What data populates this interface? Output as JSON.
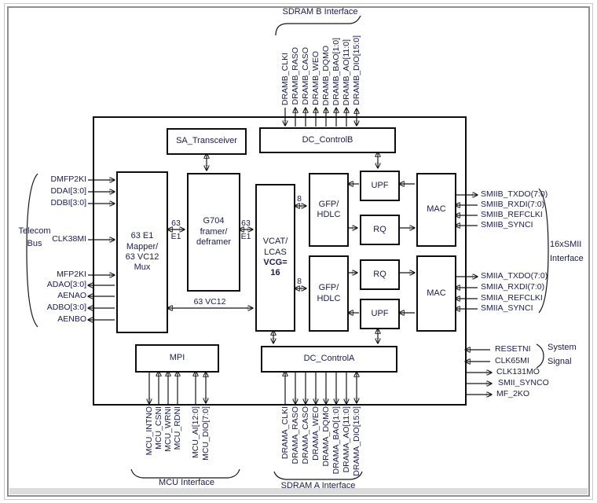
{
  "interfaces": {
    "sdram_b": {
      "title": "SDRAM B Interface",
      "signals": [
        "DRAMB_CLKI",
        "DRAMB_RASO",
        "DRAMB_CASO",
        "DRAMB_WEO",
        "DRAMB_DQMO",
        "DRAMB_BAO[1:0]",
        "DRAMB_AO[11:0]",
        "DRAMB_DIO[15:0]"
      ]
    },
    "sdram_a": {
      "title": "SDRAM A Interface",
      "signals": [
        "DRAMA_CLKI",
        "DRAMA_RASO",
        "DRAMA_CASO",
        "DRAMA_WEO",
        "DRAMA_DQMO",
        "DRAMA_BAO[1:0]",
        "DRAMA_AO[11:0]",
        "DRAMA_DIO[15:0]"
      ]
    },
    "mcu": {
      "title": "MCU Interface",
      "signals": [
        "MCU_INTNO",
        "MCU_CSNI",
        "MCU_WRNI",
        "MCU_RDNI",
        "MCU_AI[12:0]",
        "MCU_DIO[7:0]"
      ]
    },
    "telecom": {
      "title": [
        "Telecom",
        "Bus"
      ],
      "inputs": [
        "DMFP2KI",
        "DDAI[3:0]",
        "DDBI[3:0]",
        "CLK38MI",
        "MFP2KI"
      ],
      "outputs": [
        "ADAO[3:0]",
        "AENAO",
        "ADBO[3:0]",
        "AENBO"
      ]
    },
    "smii": {
      "title": [
        "16xSMII",
        "Interface"
      ],
      "b": [
        "SMIIB_TXDO(7:0)",
        "SMIIB_RXDI(7:0)",
        "SMIIB_REFCLKI",
        "SMIIB_SYNCI"
      ],
      "a": [
        "SMIIA_TXDO(7:0)",
        "SMIIA_RXDI(7:0)",
        "SMIIA_REFCLKI",
        "SMIIA_SYNCI"
      ]
    },
    "system": {
      "title": [
        "System",
        "Signal"
      ],
      "signals": [
        "RESETNI",
        "CLK65MI",
        "CLK131MO",
        "SMII_SYNCO",
        "MF_2KO"
      ]
    }
  },
  "blocks": {
    "sa_transceiver": "SA_Transceiver",
    "dc_control_b": "DC_ControlB",
    "dc_control_a": "DC_ControlA",
    "mpi": "MPI",
    "mapper": [
      "63 E1",
      "Mapper/",
      "63 VC12",
      "Mux"
    ],
    "g704": [
      "G704",
      "framer/",
      "deframer"
    ],
    "vcat": [
      "VCAT/",
      "LCAS"
    ],
    "vcat_bold": [
      "VCG=",
      "16"
    ],
    "gfp": [
      "GFP/",
      "HDLC"
    ],
    "upf": "UPF",
    "rq": "RQ",
    "mac": "MAC"
  },
  "bus": {
    "e1": [
      "63",
      "E1"
    ],
    "vc12": "63 VC12",
    "byte8": "8"
  },
  "colors": {
    "text": "#1a1a4e",
    "line": "#141414"
  }
}
